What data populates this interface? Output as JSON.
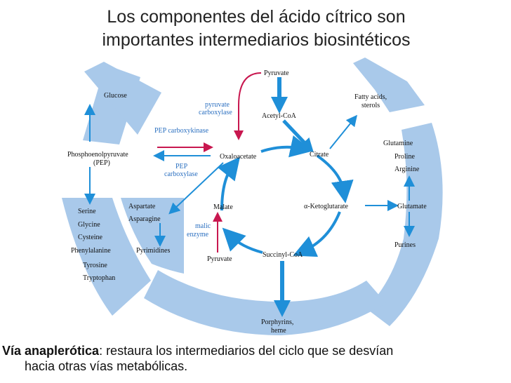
{
  "title": {
    "line1": "Los componentes del ácido cítrico son",
    "line2": "importantes intermediarios biosintéticos"
  },
  "caption": {
    "bold": "Vía anaplerótica",
    "rest": ": restaura los intermediarios del ciclo que se desvían",
    "line2": "hacia otras vías metabólicas."
  },
  "labels": {
    "pyruvate_top": "Pyruvate",
    "acetyl_coa": "Acetyl-CoA",
    "pyruvate_carboxylase_1": "pyruvate",
    "pyruvate_carboxylase_2": "carboxylase",
    "pep_carboxykinase": "PEP carboxykinase",
    "pep_carboxylase_1": "PEP",
    "pep_carboxylase_2": "carboxylase",
    "oxaloacetate": "Oxaloacetate",
    "citrate": "Citrate",
    "ketoglutarate": "α-Ketoglutarate",
    "succinyl_coa": "Succinyl-CoA",
    "malate": "Malate",
    "malic_enzyme_1": "malic",
    "malic_enzyme_2": "enzyme",
    "pyruvate_bottom": "Pyruvate",
    "glucose": "Glucose",
    "pep_1": "Phosphoenolpyruvate",
    "pep_2": "(PEP)",
    "fatty_acids_1": "Fatty acids,",
    "fatty_acids_2": "sterols",
    "glutamine": "Glutamine",
    "proline": "Proline",
    "arginine": "Arginine",
    "glutamate": "Glutamate",
    "purines": "Purines",
    "aspartate": "Aspartate",
    "asparagine": "Asparagine",
    "pyrimidines": "Pyrimidines",
    "serine": "Serine",
    "glycine": "Glycine",
    "cysteine": "Cysteine",
    "phenylalanine": "Phenylalanine",
    "tyrosine": "Tyrosine",
    "tryptophan": "Tryptophan",
    "porphyrins_1": "Porphyrins,",
    "porphyrins_2": "heme"
  },
  "colors": {
    "ring": "#a9c9ea",
    "cycle_arrow": "#1f8fd8",
    "anaplerotic": "#c8174f",
    "enzyme_text": "#2a6fc0"
  }
}
